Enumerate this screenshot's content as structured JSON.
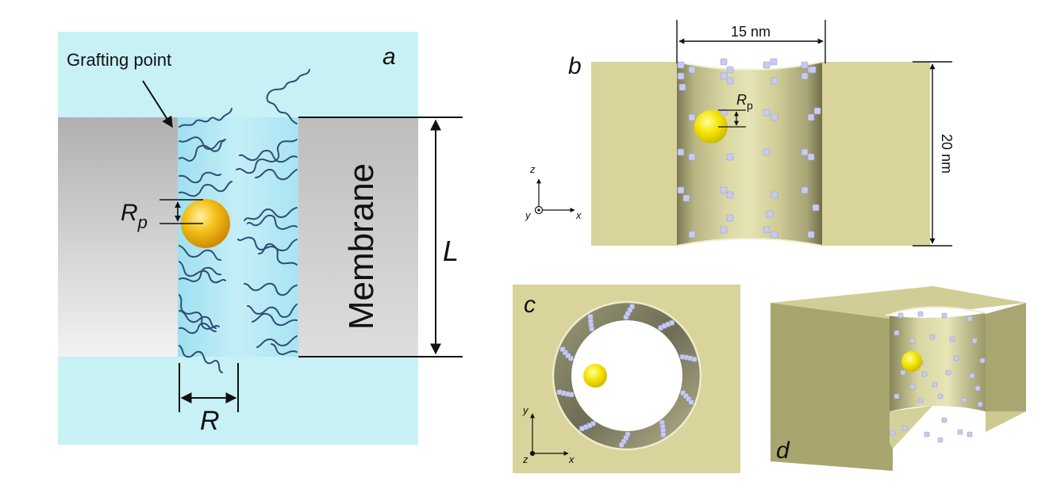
{
  "panel_a": {
    "label": "a",
    "grafting_label": "Grafting point",
    "rp_label": "R",
    "rp_sub": "p",
    "membrane_label": "Membrane",
    "length_label": "L",
    "radius_label": "R"
  },
  "panel_b": {
    "label": "b",
    "width_label": "15 nm",
    "height_label": "20 nm",
    "rp_label": "R",
    "rp_sub": "p",
    "axis_z": "z",
    "axis_x": "x",
    "axis_y": "y"
  },
  "panel_c": {
    "label": "c",
    "axis_y": "y",
    "axis_x": "x",
    "axis_z": "z"
  },
  "panel_d": {
    "label": "d"
  },
  "colors": {
    "solvent": "#c8f1f6",
    "pore_fluid": "#a9e4f2",
    "membrane_gray": "#c4c4c4",
    "polymer": "#2f4d73",
    "particle": "#f2b100",
    "membrane_3d": "#d9d49b",
    "graft_cube": "#c7cbf1"
  }
}
